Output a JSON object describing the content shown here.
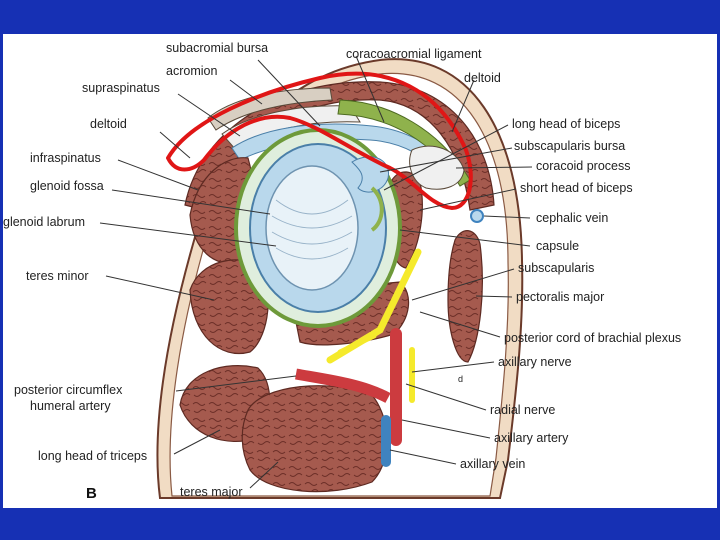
{
  "figure": {
    "panel_letter": "B",
    "markers": [
      "d"
    ],
    "labels_left": [
      "subacromial bursa",
      "acromion",
      "supraspinatus",
      "deltoid",
      "infraspinatus",
      "glenoid fossa",
      "glenoid labrum",
      "teres minor",
      "posterior circumflex",
      "humeral artery",
      "long head of triceps",
      "teres major"
    ],
    "labels_right": [
      "coracoacromial ligament",
      "deltoid",
      "long head of biceps",
      "subscapularis bursa",
      "coracoid process",
      "short head of biceps",
      "cephalic vein",
      "capsule",
      "subscapularis",
      "pectoralis major",
      "posterior cord of brachial plexus",
      "axillary nerve",
      "radial nerve",
      "axillary artery",
      "axillary vein"
    ]
  },
  "colors": {
    "background": "#1630b4",
    "panel": "#ffffff",
    "muscle": "#a55a4e",
    "skin": "#f1dcc4",
    "tendon": "#8fb24c",
    "bursa": "#b9d8ec",
    "nerve": "#f5ea2c",
    "artery": "#cc3b3f",
    "vein": "#3f83bf",
    "highlight": "#e01616"
  }
}
